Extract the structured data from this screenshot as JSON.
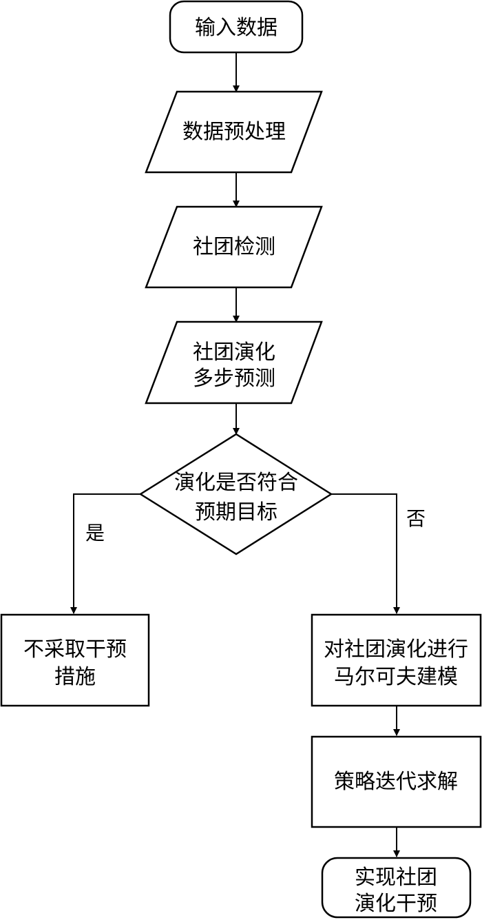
{
  "nodes": {
    "input_data": {
      "shape": "terminator",
      "lines": [
        "输入数据"
      ]
    },
    "preprocess": {
      "shape": "data",
      "lines": [
        "数据预处理"
      ]
    },
    "community_detection": {
      "shape": "data",
      "lines": [
        "社团检测"
      ]
    },
    "evolution_prediction": {
      "shape": "data",
      "lines": [
        "社团演化",
        "多步预测"
      ]
    },
    "decision": {
      "shape": "decision",
      "lines": [
        "演化是否符合",
        "预期目标"
      ]
    },
    "no_intervention": {
      "shape": "process",
      "lines": [
        "不采取干预",
        "措施"
      ]
    },
    "markov_modeling": {
      "shape": "process",
      "lines": [
        "对社团演化进行",
        "马尔可夫建模"
      ]
    },
    "policy_iteration": {
      "shape": "process",
      "lines": [
        "策略迭代求解"
      ]
    },
    "achieve_intervention": {
      "shape": "terminator",
      "lines": [
        "实现社团",
        "演化干预"
      ]
    }
  },
  "edges": [
    {
      "from": "input_data",
      "to": "preprocess",
      "label": ""
    },
    {
      "from": "preprocess",
      "to": "community_detection",
      "label": ""
    },
    {
      "from": "community_detection",
      "to": "evolution_prediction",
      "label": ""
    },
    {
      "from": "evolution_prediction",
      "to": "decision",
      "label": ""
    },
    {
      "from": "decision",
      "to": "no_intervention",
      "label": "是"
    },
    {
      "from": "decision",
      "to": "markov_modeling",
      "label": "否"
    },
    {
      "from": "markov_modeling",
      "to": "policy_iteration",
      "label": ""
    },
    {
      "from": "policy_iteration",
      "to": "achieve_intervention",
      "label": ""
    }
  ]
}
